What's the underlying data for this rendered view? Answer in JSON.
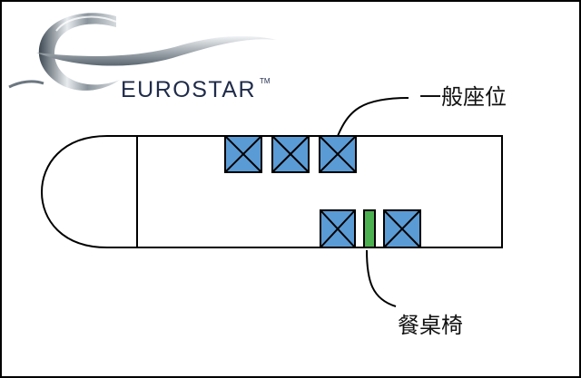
{
  "logo": {
    "wordmark": "EUROSTAR",
    "trademark": "TM"
  },
  "labels": {
    "seat": "一般座位",
    "table": "餐桌椅"
  },
  "colors": {
    "seat_fill": "#5b9bd5",
    "table_fill": "#4caf50",
    "outline": "#000000",
    "logo_ribbon_dark": "#4a5560",
    "logo_ribbon_light": "#e6eaee",
    "wordmark": "#1f2b4a"
  }
}
